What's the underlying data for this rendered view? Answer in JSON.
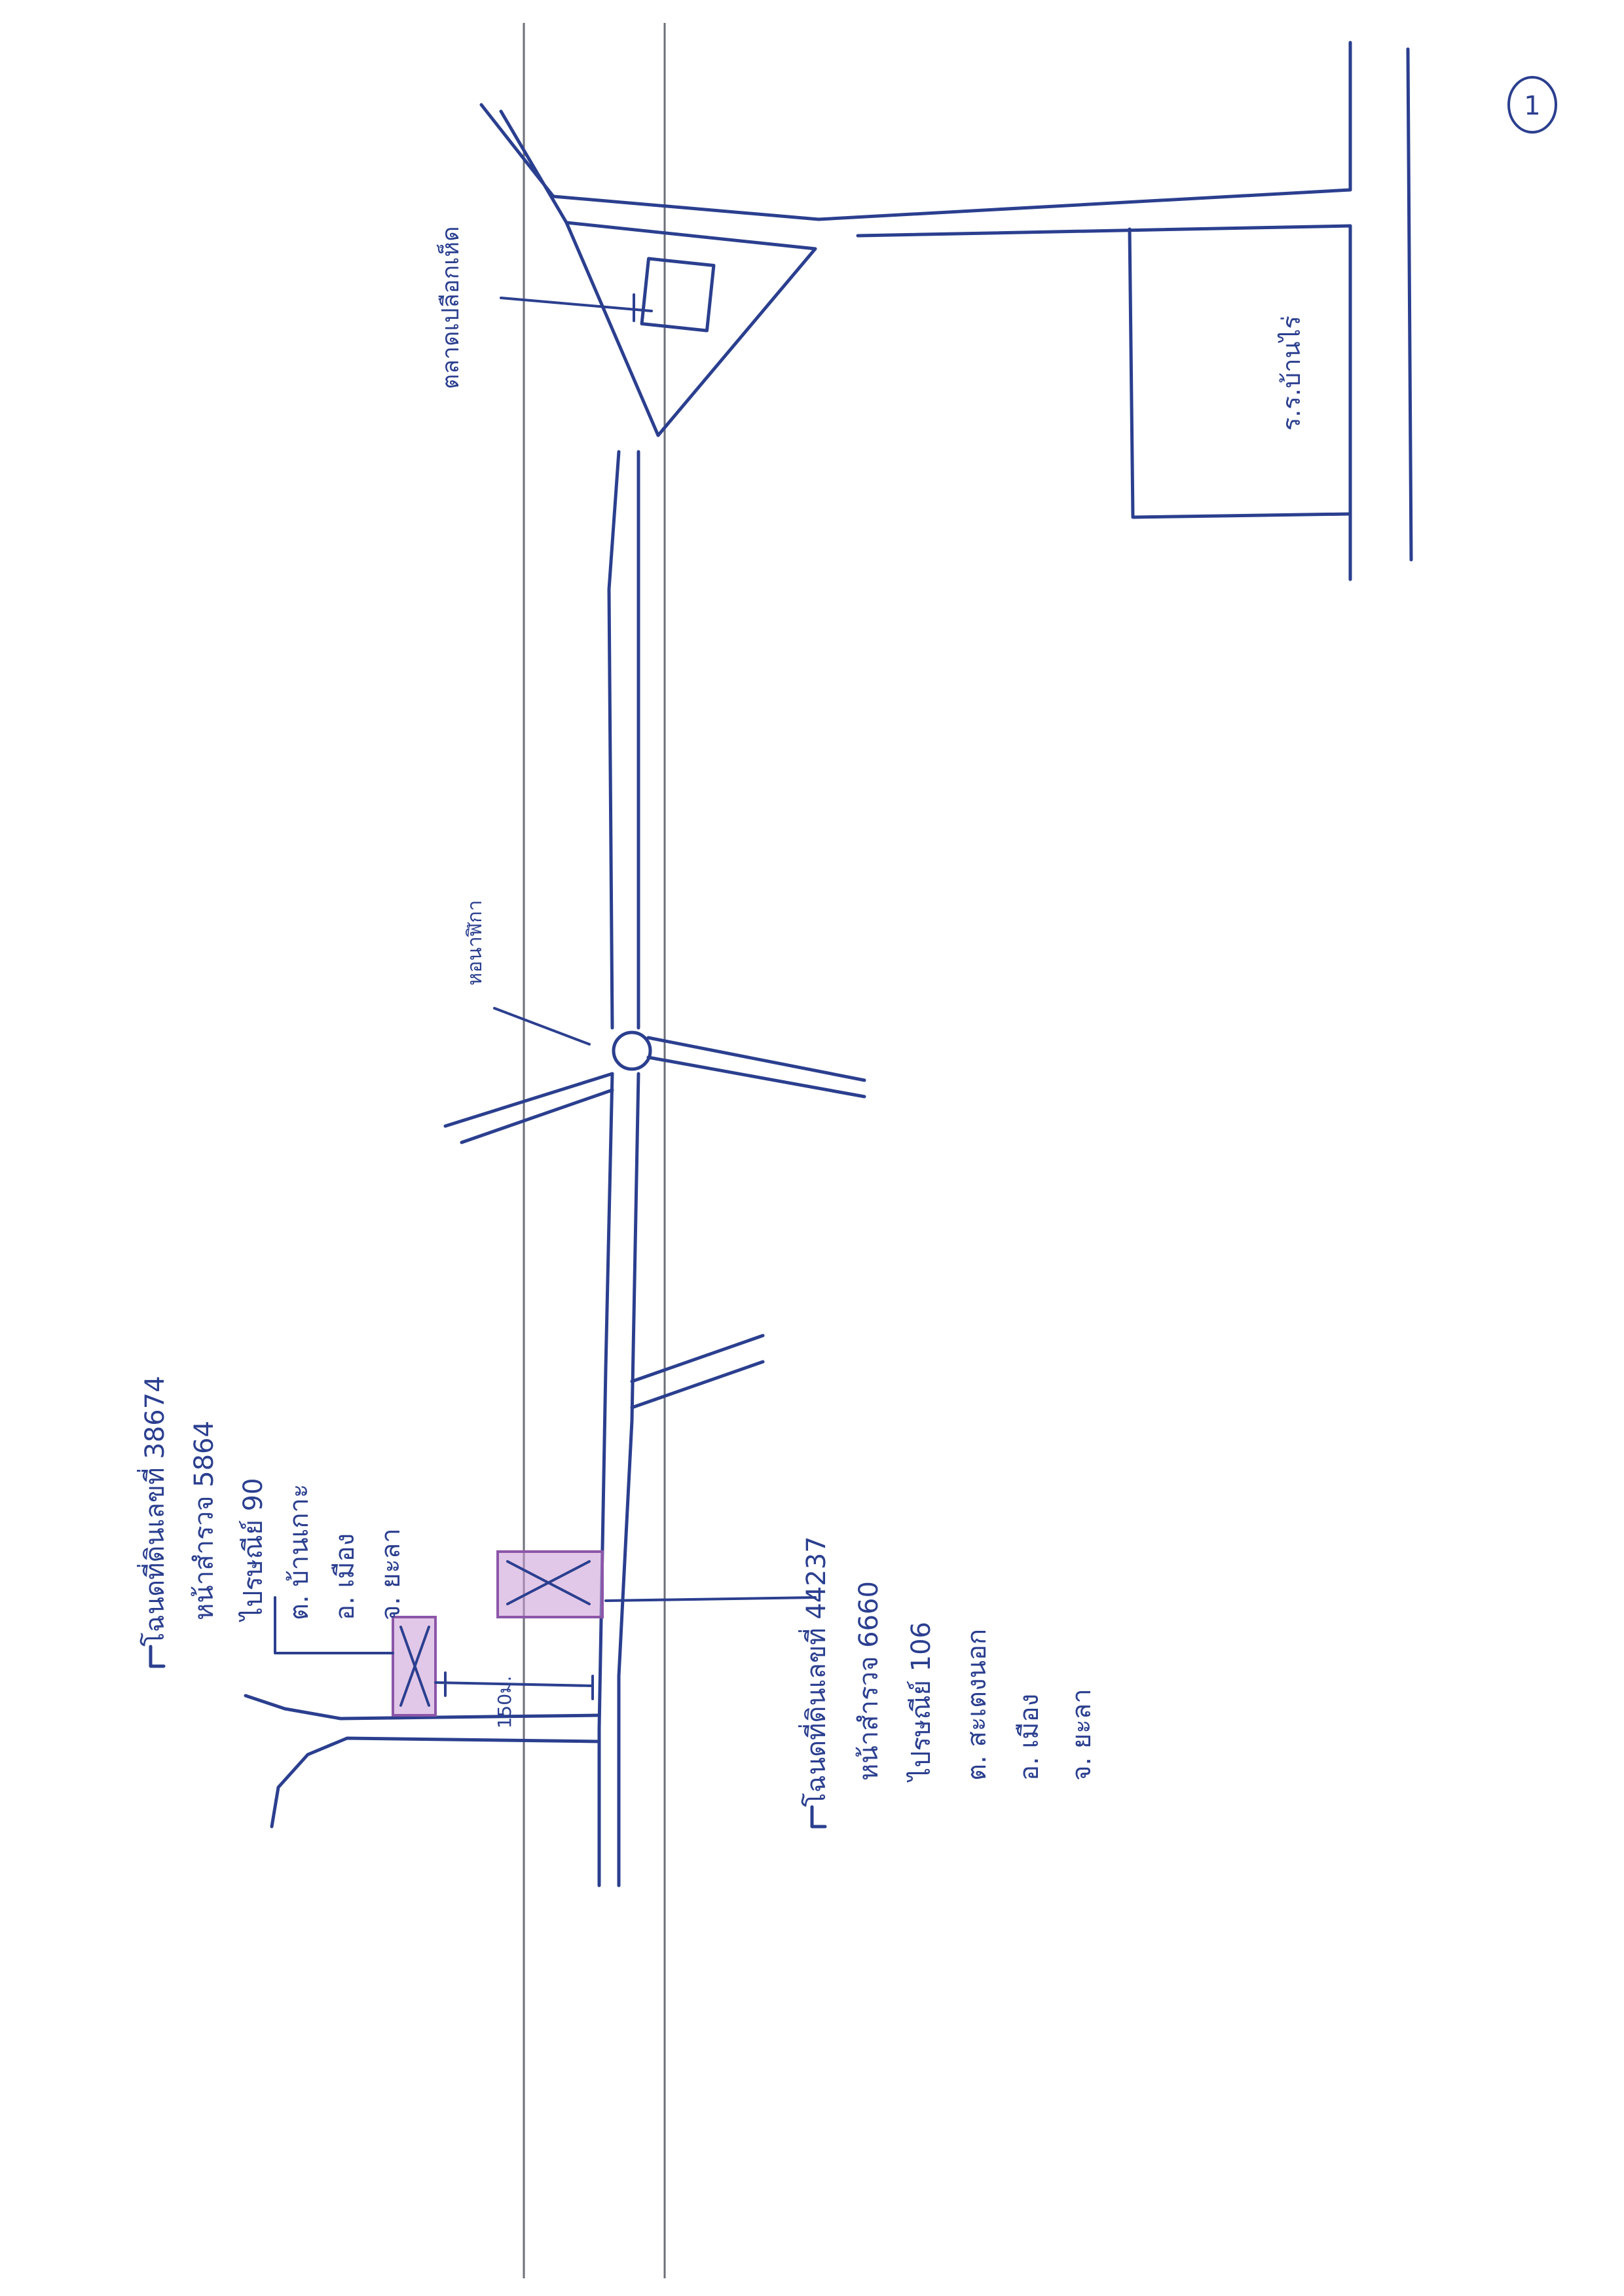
{
  "page": {
    "page_mark": "1"
  },
  "map": {
    "labels": {
      "market": "ตลาดเปลือกเห็ด",
      "school": "ร.ร.บ้านไร่",
      "clock_tower": "หอนาฬิกา",
      "distance": "150ม."
    },
    "parcel_a": {
      "title": "โฉนดที่ดินเลขที่ 38674",
      "lines": [
        "หน้าสำรวจ 5864",
        "ไปรษณีย์ 90",
        "ต. บ้านเกาะ",
        "อ. เมือง",
        "จ. ยะลา"
      ]
    },
    "parcel_b": {
      "title": "โฉนดที่ดินเลขที่ 44237",
      "lines": [
        "หน้าสำรวจ 6660",
        "ไปรษณีย์ 106",
        "ต. สะเตงนอก",
        "อ. เมือง",
        "จ. ยะลา"
      ]
    },
    "colors": {
      "ink": "#2b3f8f",
      "highlight": "#c89bd6",
      "rule": "#6d6f78"
    },
    "icons": [
      "clock-tower-circle-icon",
      "building-box-icon",
      "parcel-cross-icon"
    ]
  }
}
